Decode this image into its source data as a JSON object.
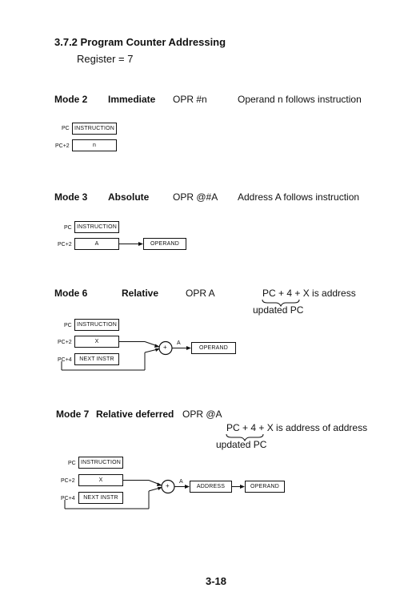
{
  "section": {
    "heading": "3.7.2 Program Counter Addressing",
    "register_line": "Register = 7"
  },
  "mode2": {
    "mode": "Mode 2",
    "name": "Immediate",
    "syntax": "OPR #n",
    "desc": "Operand n follows instruction",
    "row1_label": "PC",
    "row1_box": "INSTRUCTION",
    "row2_label": "PC+2",
    "row2_box": "n"
  },
  "mode3": {
    "mode": "Mode 3",
    "name": "Absolute",
    "syntax": "OPR @#A",
    "desc": "Address A follows instruction",
    "row1_label": "PC",
    "row1_box": "INSTRUCTION",
    "row2_label": "PC+2",
    "row2_box": "A",
    "target_box": "OPERAND"
  },
  "mode6": {
    "mode": "Mode 6",
    "name": "Relative",
    "syntax": "OPR A",
    "desc": "PC + 4 + X is address",
    "brace_note": "updated PC",
    "row1_label": "PC",
    "row1_box": "INSTRUCTION",
    "row2_label": "PC+2",
    "row2_box": "X",
    "row3_label": "PC+4",
    "row3_box": "NEXT INSTR",
    "adder_symbol": "+",
    "adder_out": "A",
    "target_box": "OPERAND"
  },
  "mode7": {
    "mode": "Mode 7",
    "name": "Relative deferred",
    "syntax": "OPR @A",
    "desc": "PC + 4 + X is address of address",
    "brace_note": "updated PC",
    "row1_label": "PC",
    "row1_box": "INSTRUCTION",
    "row2_label": "PC+2",
    "row2_box": "X",
    "row3_label": "PC+4",
    "row3_box": "NEXT INSTR",
    "adder_symbol": "+",
    "adder_out": "A",
    "address_box": "ADDRESS",
    "target_box": "OPERAND"
  },
  "footer": {
    "page_number": "3-18"
  }
}
